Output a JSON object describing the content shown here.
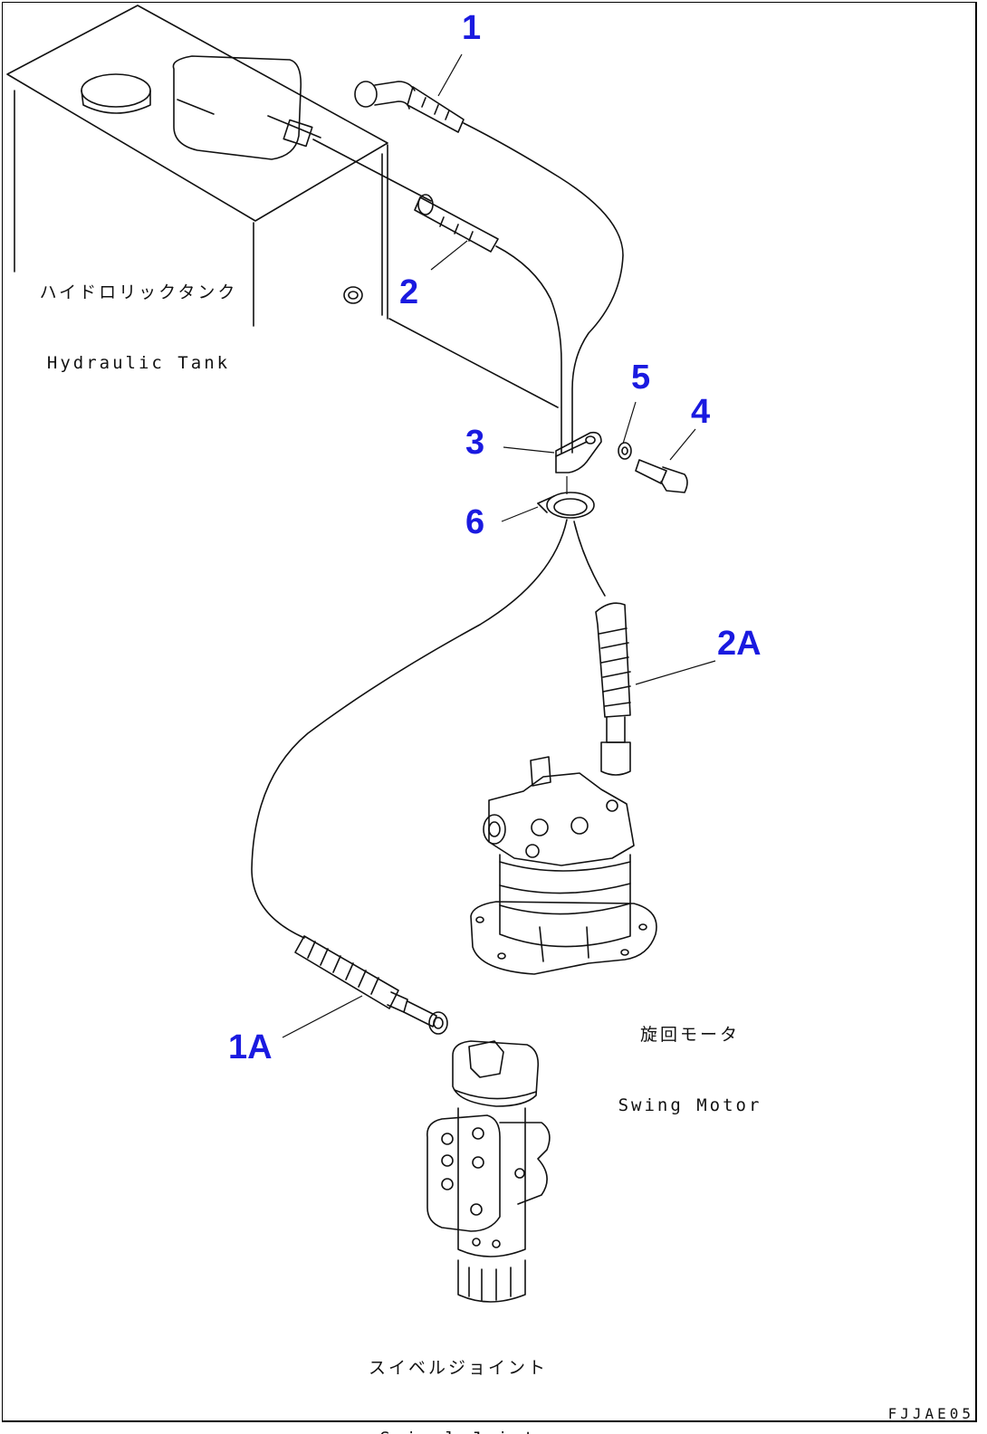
{
  "callouts": {
    "c1": "1",
    "c2": "2",
    "c3": "3",
    "c4": "4",
    "c5": "5",
    "c6": "6",
    "c2a": "2A",
    "c1a": "1A"
  },
  "components": {
    "tank_jp": "ハイドロリックタンク",
    "tank_en": "Hydraulic Tank",
    "motor_jp": "旋回モータ",
    "motor_en": "Swing Motor",
    "swivel_jp": "スイベルジョイント",
    "swivel_en": "Swivel Joint"
  },
  "drawing_code": "FJJAE05",
  "colors": {
    "callout": "#1a1ae0",
    "line": "#111111"
  }
}
